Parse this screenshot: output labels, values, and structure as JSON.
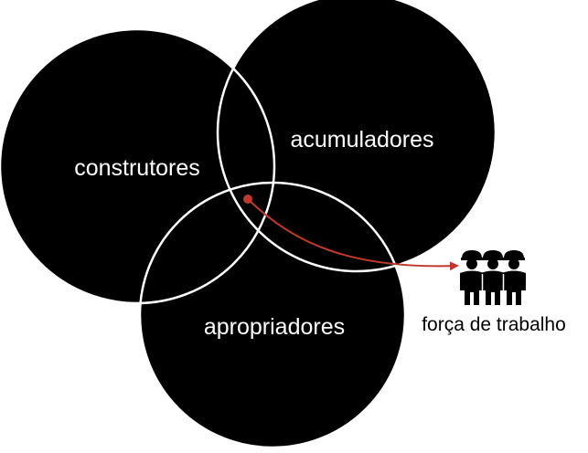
{
  "diagram": {
    "sets": [
      {
        "id": "construtores",
        "label": "construtores"
      },
      {
        "id": "acumuladores",
        "label": "acumuladores"
      },
      {
        "id": "apropriadores",
        "label": "apropriadores"
      }
    ],
    "external": {
      "label": "força de trabalho",
      "icon": "workers-group-icon"
    },
    "colors": {
      "circle_fill": "#000000",
      "circle_outline": "#ffffff",
      "label_text": "#ffffff",
      "arrow": "#c0392b",
      "background": "#ffffff"
    }
  }
}
